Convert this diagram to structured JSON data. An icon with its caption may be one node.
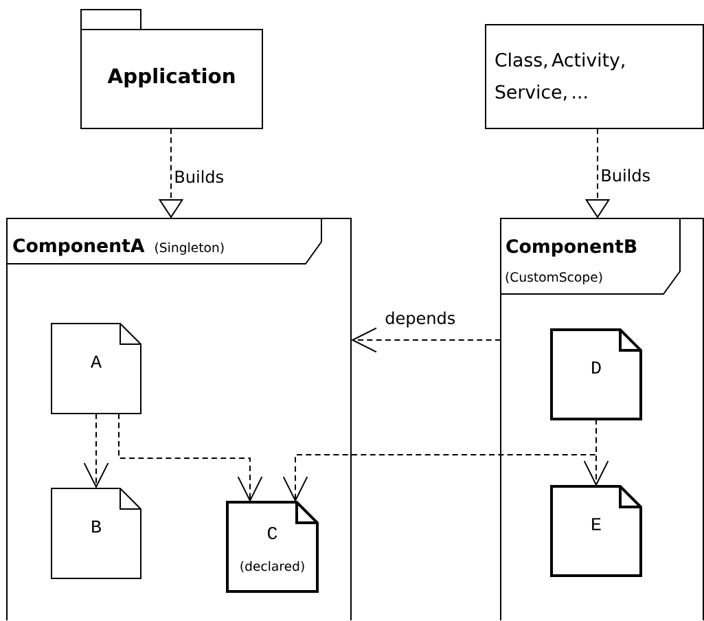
{
  "diagram": {
    "nodes": [
      {
        "text": [
          "Application"
        ]
      },
      {
        "text": [
          "Class, Activity, Service, ..."
        ]
      },
      {
        "text": [
          "ComponentA",
          "(Singleton)"
        ]
      },
      {
        "text": [
          "A"
        ],
        "in": 2
      },
      {
        "text": [
          "B"
        ],
        "in": 2
      },
      {
        "text": [
          "C",
          "(declared)"
        ],
        "in": 2
      },
      {
        "text": [
          "ComponentB",
          "(CustomScope)"
        ]
      },
      {
        "text": [
          "D"
        ],
        "in": 6
      },
      {
        "text": [
          "E"
        ],
        "in": 6
      }
    ],
    "edges": [
      {
        "from": 0,
        "to": 2,
        "arrow": "to",
        "label": "Builds",
        "style": "dashed"
      },
      {
        "from": 1,
        "to": 6,
        "arrow": "to",
        "label": "Builds",
        "style": "dashed"
      },
      {
        "from": 6,
        "to": 2,
        "arrow": "to",
        "label": "depends",
        "style": "dashed"
      },
      {
        "from": 3,
        "to": 4,
        "arrow": "to",
        "style": "dashed"
      },
      {
        "from": 3,
        "to": 5,
        "arrow": "to",
        "style": "dashed"
      },
      {
        "from": 7,
        "to": 8,
        "arrow": "to",
        "style": "dashed"
      },
      {
        "from": 7,
        "to": 5,
        "arrow": "to",
        "style": "dashed"
      }
    ]
  }
}
